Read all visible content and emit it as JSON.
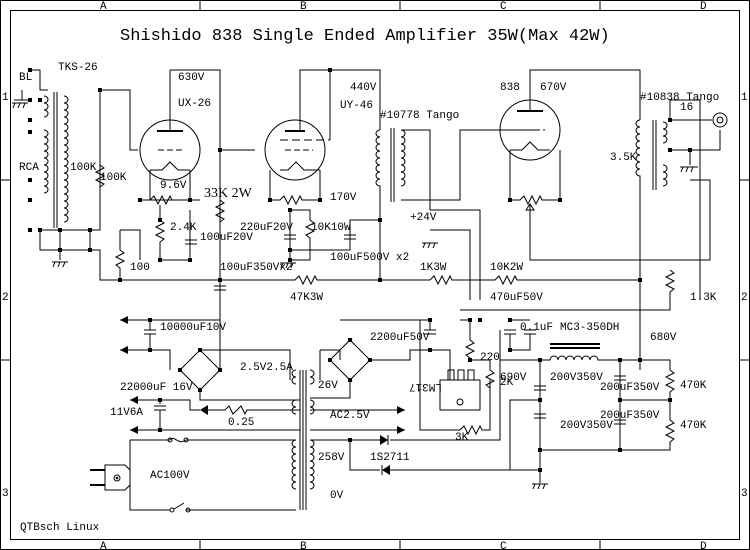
{
  "title": "Shishido 838 Single Ended Amplifier 35W(Max 42W)",
  "footer": "QTBsch Linux",
  "border": {
    "columns": [
      "A",
      "B",
      "C",
      "D"
    ],
    "rows": [
      "1",
      "2",
      "3"
    ]
  },
  "labels": {
    "bl": "BL",
    "tks26": "TKS-26",
    "rca": "RCA",
    "r100k_a": "100K",
    "r100k_b": "100K",
    "ux26": "UX-26",
    "v630": "630V",
    "v9_6": "9.6V",
    "r33k": "33K 2W",
    "r2_4k": "2.4K",
    "c100u20": "100uF20V",
    "r100": "100",
    "c100u350": "100uF350Vx2",
    "uy46": "UY-46",
    "v440": "440V",
    "v170": "170V",
    "c220u20": "220uF20V",
    "r10k10w": "10K10W",
    "c100u500": "100uF500V x2",
    "r47k3w": "47K3W",
    "t10778": "#10778 Tango",
    "p24v": "+24V",
    "r1k3w": "1K3W",
    "r10k2w": "10K2W",
    "c470u50": "470uF50V",
    "t838": "838",
    "v670": "670V",
    "t10838": "#10838 Tango",
    "ohm16": "16",
    "k3_5": "3.5K",
    "r1_3k": "1.3K",
    "c10000u": "10000uF10V",
    "v2_5a": "2.5V2.5A",
    "c22000u": "22000uF 16V",
    "v11_6a": "11V6A",
    "r0_25": "0.25",
    "v26": "26V",
    "c2200u": "2200uF50V",
    "r220": "220",
    "c0_1u": "0.1uF",
    "mc3": "MC3-350DH",
    "v680": "680V",
    "v690": "690V",
    "r2k": "2K",
    "r3k": "3K",
    "lm317": "LM317",
    "ac2_5": "AC2.5V",
    "v258": "258V",
    "d1s2711": "1S2711",
    "v0": "0V",
    "ac100": "AC100V",
    "c200v350_a": "200V350V",
    "c200v350_b": "200V350V",
    "c200u350_a": "200uF350V",
    "c200u350_b": "200uF350V",
    "r470k_a": "470K",
    "r470k_b": "470K"
  }
}
